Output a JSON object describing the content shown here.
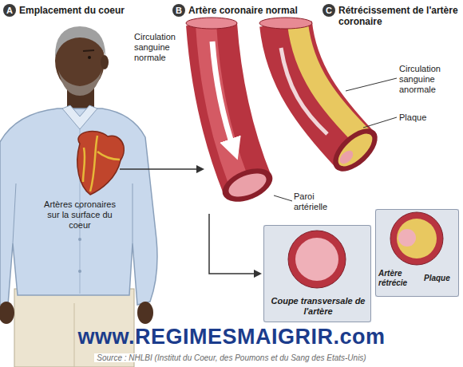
{
  "diagram": {
    "nodes": [
      {
        "text": [
          "Coupe transversale de l'artère"
        ]
      },
      {
        "text": [
          "Artère rétrécie",
          "Plaque"
        ]
      }
    ],
    "labels": [
      "A",
      "Emplacement du coeur",
      "B",
      "Artère coronaire normal",
      "C",
      "Rétrécissement de l'artère coronaire",
      "Circulation sanguine normale",
      "Artères coronaires sur la surface du coeur",
      "Paroi artérielle",
      "Circulation sanguine anormale",
      "Plaque",
      "www.REGIMESMAIGRIR.com",
      "Source : NHLBI (Institut du Coeur, des Poumons et du Sang des Etats-Unis)"
    ]
  }
}
